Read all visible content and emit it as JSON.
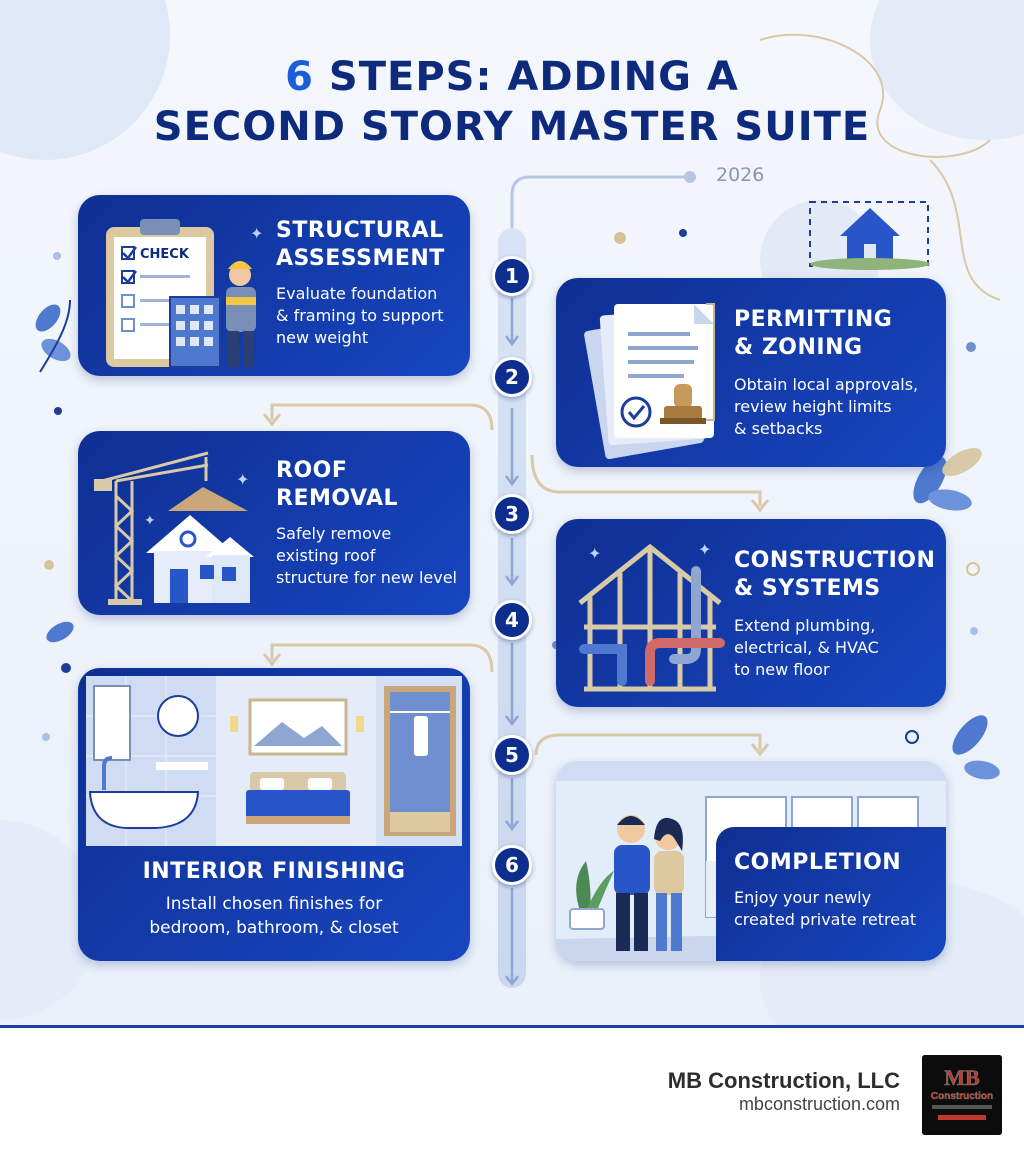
{
  "title": {
    "number": "6",
    "line1_rest": " STEPS: ADDING A",
    "line2": "SECOND STORY MASTER SUITE"
  },
  "year": "2026",
  "steps": [
    {
      "number": "1",
      "title_line1": "STRUCTURAL",
      "title_line2": "ASSESSMENT",
      "desc_lines": [
        "Evaluate foundation",
        "& framing to support",
        "new weight"
      ],
      "illustration_label": "CHECK"
    },
    {
      "number": "2",
      "title_line1": "PERMITTING",
      "title_line2": "& ZONING",
      "desc_lines": [
        "Obtain local approvals,",
        "review height limits",
        "& setbacks"
      ]
    },
    {
      "number": "3",
      "title_line1": "ROOF",
      "title_line2": "REMOVAL",
      "desc_lines": [
        "Safely remove",
        "existing roof",
        "structure for new level"
      ]
    },
    {
      "number": "4",
      "title_line1": "CONSTRUCTION",
      "title_line2": "& SYSTEMS",
      "desc_lines": [
        "Extend plumbing,",
        "electrical, & HVAC",
        "to new floor"
      ]
    },
    {
      "number": "5",
      "title_line1": "INTERIOR FINISHING",
      "desc_lines": [
        "Install chosen finishes for",
        "bedroom, bathroom, & closet"
      ]
    },
    {
      "number": "6",
      "title_line1": "COMPLETION",
      "desc_lines": [
        "Enjoy your newly",
        "created private retreat"
      ]
    }
  ],
  "footer": {
    "company": "MB Construction, LLC",
    "website": "mbconstruction.com",
    "logo_text": "MB Construction"
  },
  "colors": {
    "navy": "#0d2a7c",
    "accent_blue": "#1a5fd8",
    "card_blue": "#1746c0",
    "path_tan": "#d8c9a8"
  }
}
